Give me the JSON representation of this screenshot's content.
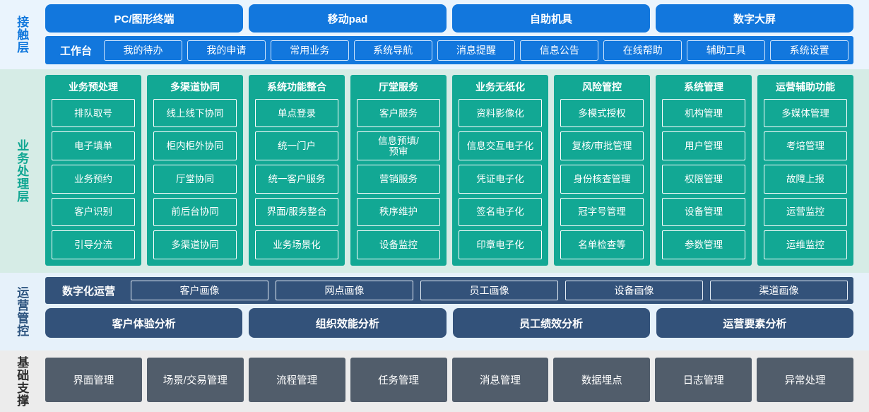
{
  "layers": {
    "contact": {
      "label": "接触层",
      "terminals": [
        {
          "label": "PC/图形终端"
        },
        {
          "label": "移动pad"
        },
        {
          "label": "自助机具"
        },
        {
          "label": "数字大屏"
        }
      ],
      "workbench_title": "工作台",
      "workbench_items": [
        {
          "label": "我的待办"
        },
        {
          "label": "我的申请"
        },
        {
          "label": "常用业务"
        },
        {
          "label": "系统导航"
        },
        {
          "label": "消息提醒"
        },
        {
          "label": "信息公告"
        },
        {
          "label": "在线帮助"
        },
        {
          "label": "辅助工具"
        },
        {
          "label": "系统设置"
        }
      ]
    },
    "business": {
      "label": "业务处理层",
      "columns": [
        {
          "title": "业务预处理",
          "items": [
            {
              "label": "排队取号"
            },
            {
              "label": "电子填单"
            },
            {
              "label": "业务预约"
            },
            {
              "label": "客户识别"
            },
            {
              "label": "引导分流"
            }
          ]
        },
        {
          "title": "多渠道协同",
          "items": [
            {
              "label": "线上线下协同"
            },
            {
              "label": "柜内柜外协同"
            },
            {
              "label": "厅堂协同"
            },
            {
              "label": "前后台协同"
            },
            {
              "label": "多渠道协同"
            }
          ]
        },
        {
          "title": "系统功能整合",
          "items": [
            {
              "label": "单点登录"
            },
            {
              "label": "统一门户"
            },
            {
              "label": "统一客户服务"
            },
            {
              "label": "界面/服务整合"
            },
            {
              "label": "业务场景化"
            }
          ]
        },
        {
          "title": "厅堂服务",
          "items": [
            {
              "label": "客户服务"
            },
            {
              "label": "信息预填/\n预审"
            },
            {
              "label": "营销服务"
            },
            {
              "label": "秩序维护"
            },
            {
              "label": "设备监控"
            }
          ]
        },
        {
          "title": "业务无纸化",
          "items": [
            {
              "label": "资料影像化"
            },
            {
              "label": "信息交互电子化"
            },
            {
              "label": "凭证电子化"
            },
            {
              "label": "签名电子化"
            },
            {
              "label": "印章电子化"
            }
          ]
        },
        {
          "title": "风险管控",
          "items": [
            {
              "label": "多模式授权"
            },
            {
              "label": "复核/审批管理"
            },
            {
              "label": "身份核查管理"
            },
            {
              "label": "冠字号管理"
            },
            {
              "label": "名单检查等"
            }
          ]
        },
        {
          "title": "系统管理",
          "items": [
            {
              "label": "机构管理"
            },
            {
              "label": "用户管理"
            },
            {
              "label": "权限管理"
            },
            {
              "label": "设备管理"
            },
            {
              "label": "参数管理"
            }
          ]
        },
        {
          "title": "运营辅助功能",
          "items": [
            {
              "label": "多媒体管理"
            },
            {
              "label": "考培管理"
            },
            {
              "label": "故障上报"
            },
            {
              "label": "运营监控"
            },
            {
              "label": "运维监控"
            }
          ]
        }
      ]
    },
    "operations": {
      "label": "运营管控",
      "digital_title": "数字化运营",
      "portraits": [
        {
          "label": "客户画像"
        },
        {
          "label": "网点画像"
        },
        {
          "label": "员工画像"
        },
        {
          "label": "设备画像"
        },
        {
          "label": "渠道画像"
        }
      ],
      "analyses": [
        {
          "label": "客户体验分析"
        },
        {
          "label": "组织效能分析"
        },
        {
          "label": "员工绩效分析"
        },
        {
          "label": "运营要素分析"
        }
      ]
    },
    "base": {
      "label": "基础支撑",
      "items": [
        {
          "label": "界面管理"
        },
        {
          "label": "场景/交易管理"
        },
        {
          "label": "流程管理"
        },
        {
          "label": "任务管理"
        },
        {
          "label": "消息管理"
        },
        {
          "label": "数据埋点"
        },
        {
          "label": "日志管理"
        },
        {
          "label": "异常处理"
        }
      ]
    }
  },
  "colors": {
    "contact_blue": "#1277dd",
    "contact_bg": "#eaf4fd",
    "business_teal": "#12a894",
    "business_bg": "#d6ece6",
    "operations_navy": "#33527a",
    "operations_bg": "#e6f1fa",
    "base_slate": "#515d6b",
    "base_bg": "#ececec"
  }
}
